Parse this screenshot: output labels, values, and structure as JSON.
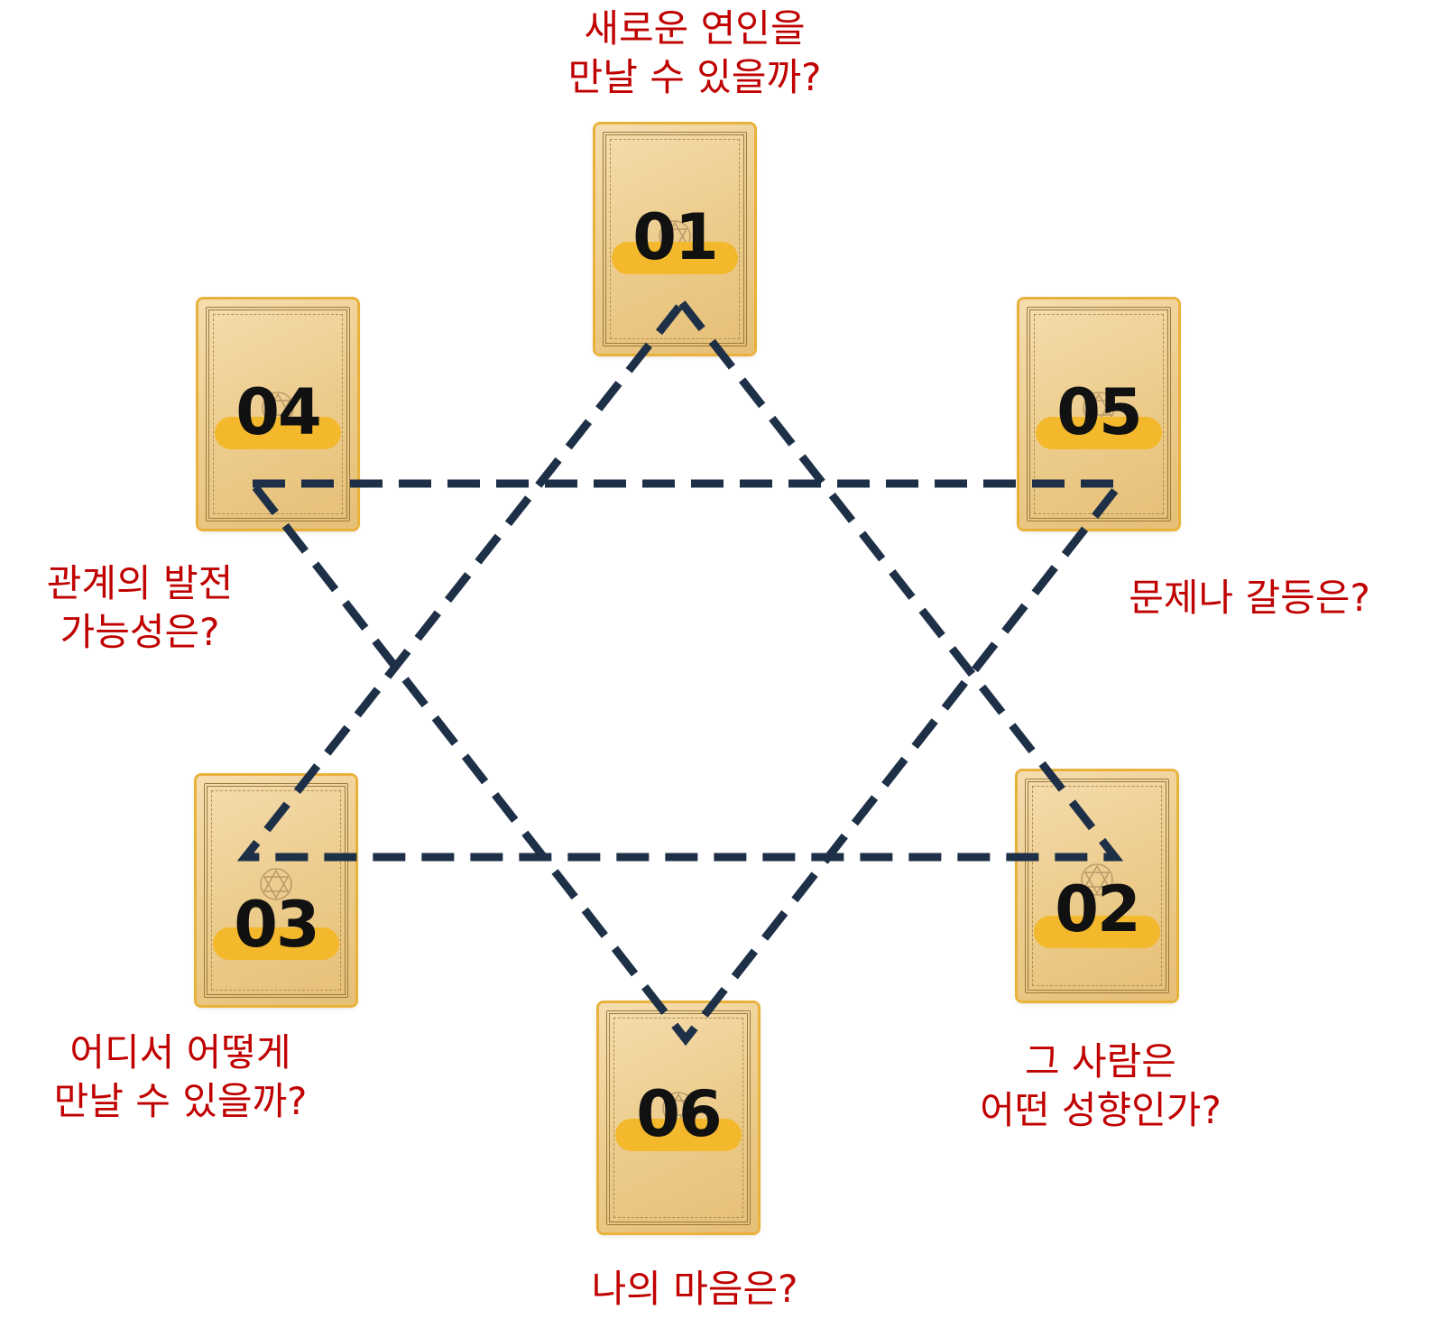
{
  "colors": {
    "label": "#c00000",
    "line": "#1e3047",
    "band": "#f3b82c"
  },
  "cards": [
    {
      "number": "01",
      "question": [
        "새로운 연인을",
        "만날 수 있을까?"
      ]
    },
    {
      "number": "02",
      "question": [
        "그 사람은",
        "어떤 성향인가?"
      ]
    },
    {
      "number": "03",
      "question": [
        "어디서 어떻게",
        "만날 수 있을까?"
      ]
    },
    {
      "number": "04",
      "question": [
        "관계의 발전",
        "가능성은?"
      ]
    },
    {
      "number": "05",
      "question": [
        "문제나 갈등은?"
      ]
    },
    {
      "number": "06",
      "question": [
        "나의 마음은?"
      ]
    }
  ]
}
